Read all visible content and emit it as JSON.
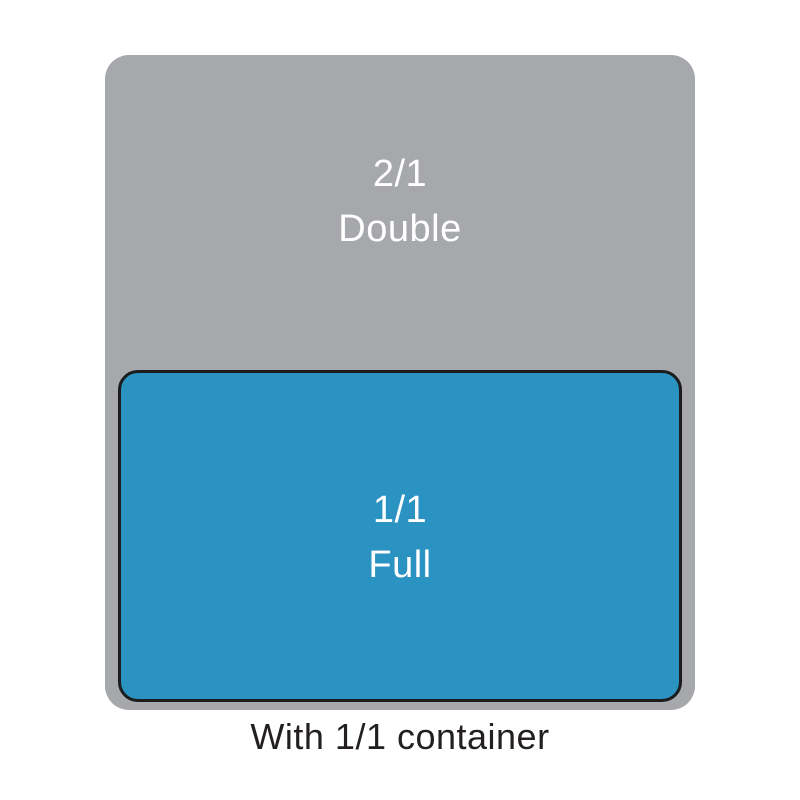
{
  "colors": {
    "background": "#ffffff",
    "double_pan": "#a6a8ab",
    "full_pan": "#2b93c1",
    "pan_border": "#1c1c1c",
    "label_text": "#ffffff",
    "caption_text": "#231f20"
  },
  "pans": {
    "double": {
      "size": "2/1",
      "name": "Double"
    },
    "full": {
      "size": "1/1",
      "name": "Full"
    }
  },
  "caption": "With 1/1 container"
}
